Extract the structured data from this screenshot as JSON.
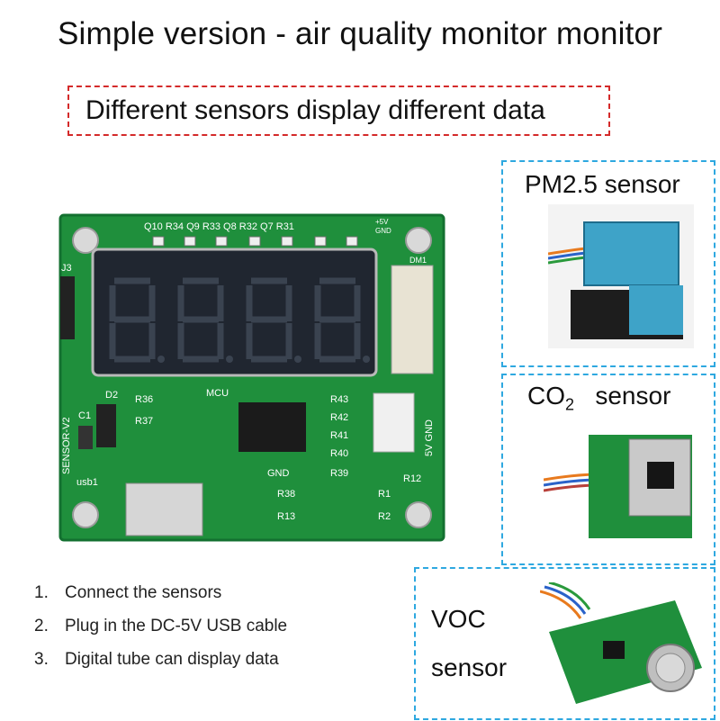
{
  "header": {
    "title": "Simple version - air quality monitor monitor",
    "subtitle": "Different sensors display different data"
  },
  "board": {
    "silk_top": "Q10 R34 Q9 R33 Q8 R32 Q7 R31",
    "j3": "J3",
    "sensor_v2": "SENSOR-V2",
    "d2": "D2",
    "c1": "C1",
    "r36": "R36",
    "r37": "R37",
    "mcu": "MCU",
    "gnd": "GND",
    "usb1": "usb1",
    "r38": "R38",
    "r13": "R13",
    "r43": "R43",
    "r42": "R42",
    "r41": "R41",
    "r40": "R40",
    "r39": "R39",
    "r12": "R12",
    "r1": "R1",
    "r2": "R2",
    "dm1": "DM1",
    "v5gnd": "5V GND",
    "plus5v": "+5V",
    "gnd_small": "GND"
  },
  "steps": [
    {
      "num": "1.",
      "text": "Connect the sensors"
    },
    {
      "num": "2.",
      "text": "Plug in the DC-5V USB cable"
    },
    {
      "num": "3.",
      "text": "Digital tube can display data"
    }
  ],
  "sensors": {
    "pm25": {
      "label": "PM2.5  sensor"
    },
    "co2": {
      "label_main": "CO",
      "label_sub": "2",
      "label_rest": "   sensor"
    },
    "voc": {
      "label_line1": "VOC",
      "label_line2": "sensor"
    }
  },
  "colors": {
    "accent_red": "#d42a2a",
    "accent_blue": "#2ea8e0",
    "pcb_green": "#1f8f3c"
  }
}
